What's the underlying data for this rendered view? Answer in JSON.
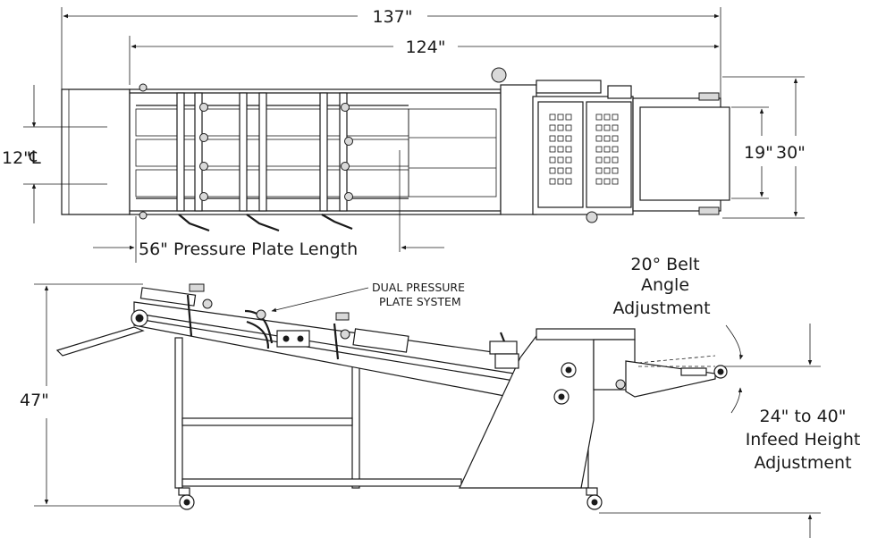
{
  "top_view": {
    "dim_overall_length": "137\"",
    "dim_belt_length": "124\"",
    "dim_centerline": "12\"",
    "centerline_symbol": "℄",
    "dim_belt_width": "19\"",
    "dim_overall_width": "30\"",
    "pressure_plate_length": "56\" Pressure Plate Length"
  },
  "side_view": {
    "dim_height": "47\"",
    "callout_line1": "DUAL PRESSURE",
    "callout_line2": "PLATE SYSTEM",
    "belt_angle_line1": "20° Belt",
    "belt_angle_line2": "Angle",
    "belt_angle_line3": "Adjustment",
    "infeed_line1": "24\" to 40\"",
    "infeed_line2": "Infeed Height",
    "infeed_line3": "Adjustment"
  }
}
